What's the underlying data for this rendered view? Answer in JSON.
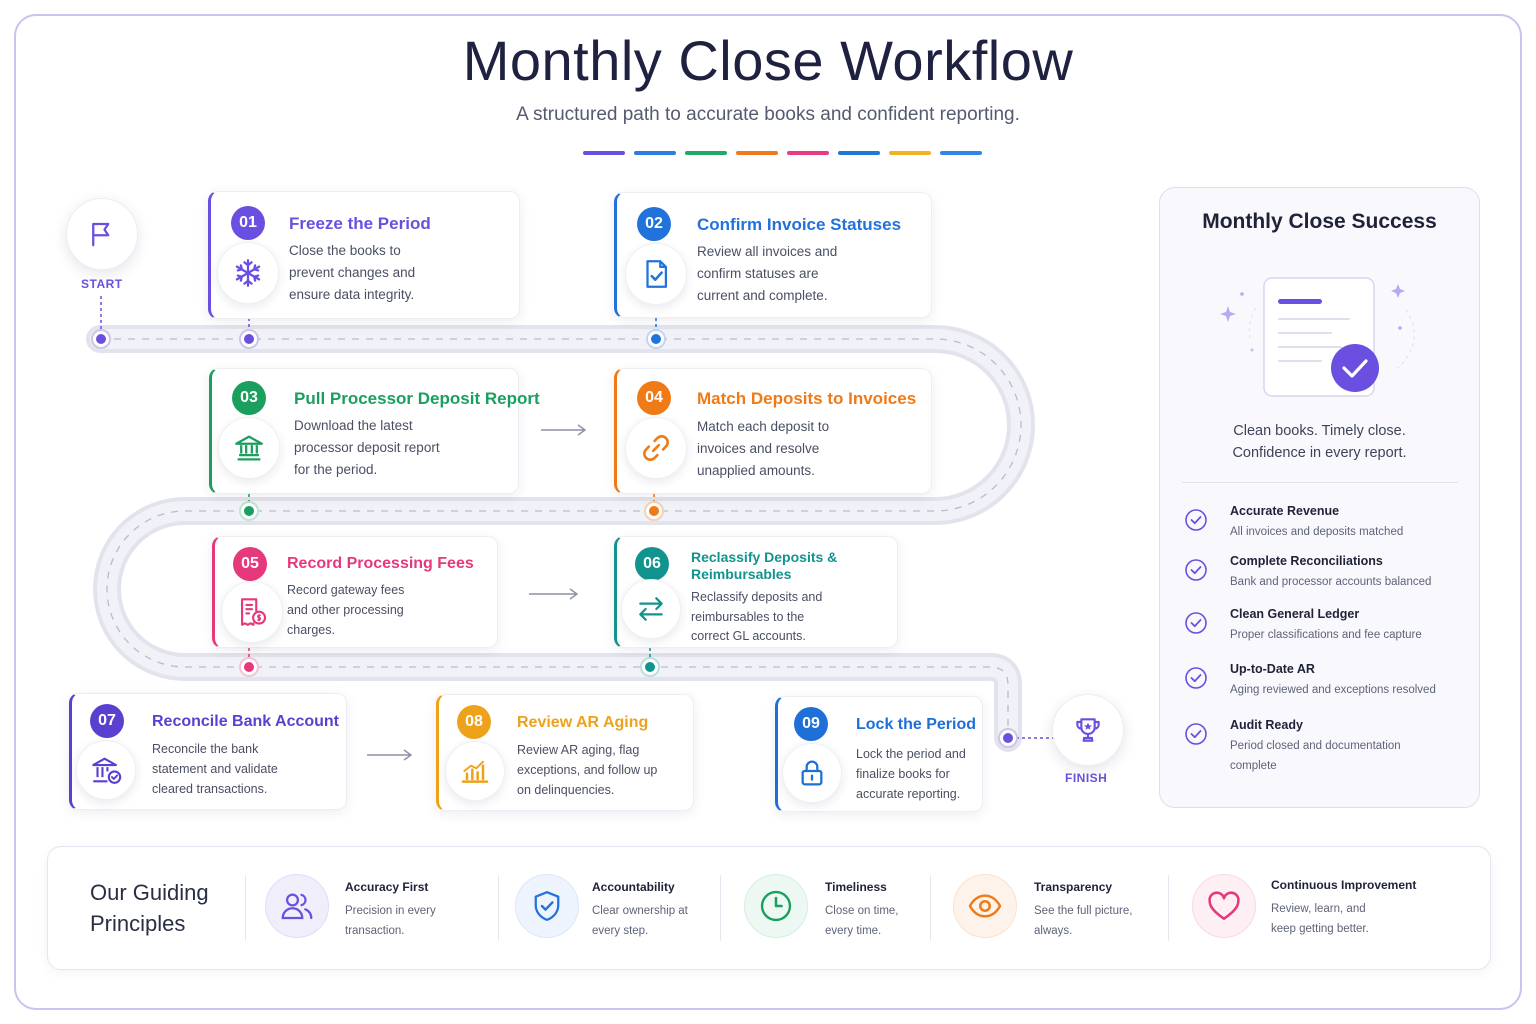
{
  "header": {
    "title": "Monthly Close Workflow",
    "subtitle": "A structured path to accurate books and confident reporting."
  },
  "colors": {
    "accent_bars": [
      "#6b4fe0",
      "#2b7de0",
      "#1faa6b",
      "#f07a1e",
      "#e83c84",
      "#1d78d6",
      "#f2b322",
      "#2f86e6"
    ],
    "purple": "#6b4fe0",
    "blue": "#2272dc",
    "green": "#1a9f5e",
    "orange": "#ef7a16",
    "pink": "#e6397b",
    "teal": "#12948e",
    "violet": "#5b3fd1",
    "amber": "#eea21c",
    "navy": "#1e6fd8"
  },
  "markers": {
    "start": "START",
    "finish": "FINISH"
  },
  "steps": [
    {
      "num": "01",
      "title": "Freeze the Period",
      "desc": "Close the books to prevent changes and ensure data integrity.",
      "icon": "snowflake-icon"
    },
    {
      "num": "02",
      "title": "Confirm Invoice Statuses",
      "desc": "Review all invoices and confirm statuses are current and complete.",
      "icon": "document-check-icon"
    },
    {
      "num": "03",
      "title": "Pull Processor Deposit Report",
      "desc": "Download the latest processor deposit report for the period.",
      "icon": "bank-icon"
    },
    {
      "num": "04",
      "title": "Match Deposits to Invoices",
      "desc": "Match each deposit to invoices and resolve unapplied amounts.",
      "icon": "link-icon"
    },
    {
      "num": "05",
      "title": "Record Processing Fees",
      "desc": "Record gateway fees and other processing charges.",
      "icon": "receipt-dollar-icon"
    },
    {
      "num": "06",
      "title": "Reclassify Deposits & Reimbursables",
      "desc": "Reclassify deposits and reimbursables to the correct GL accounts.",
      "icon": "swap-arrows-icon"
    },
    {
      "num": "07",
      "title": "Reconcile Bank Account",
      "desc": "Reconcile the bank statement and validate cleared transactions.",
      "icon": "bank-check-icon"
    },
    {
      "num": "08",
      "title": "Review AR Aging",
      "desc": "Review AR aging, flag exceptions, and follow up on delinquencies.",
      "icon": "bar-chart-icon"
    },
    {
      "num": "09",
      "title": "Lock the Period",
      "desc": "Lock the period and finalize books for accurate reporting.",
      "icon": "lock-icon"
    }
  ],
  "success": {
    "title": "Monthly Close Success",
    "tagline_1": "Clean books. Timely close.",
    "tagline_2": "Confidence in every report.",
    "items": [
      {
        "title": "Accurate Revenue",
        "desc": "All invoices and deposits matched"
      },
      {
        "title": "Complete Reconciliations",
        "desc": "Bank and processor accounts balanced"
      },
      {
        "title": "Clean General Ledger",
        "desc": "Proper classifications and fee capture"
      },
      {
        "title": "Up-to-Date AR",
        "desc": "Aging reviewed and exceptions resolved"
      },
      {
        "title": "Audit Ready",
        "desc": "Period closed and documentation complete"
      }
    ]
  },
  "principles": {
    "heading_1": "Our Guiding",
    "heading_2": "Principles",
    "items": [
      {
        "title": "Accuracy First",
        "desc": "Precision in every transaction.",
        "icon": "users-icon"
      },
      {
        "title": "Accountability",
        "desc": "Clear ownership at every step.",
        "icon": "shield-check-icon"
      },
      {
        "title": "Timeliness",
        "desc": "Close on time, every time.",
        "icon": "clock-icon"
      },
      {
        "title": "Transparency",
        "desc": "See the full picture, always.",
        "icon": "eye-icon"
      },
      {
        "title": "Continuous Improvement",
        "desc": "Review, learn, and keep getting better.",
        "icon": "heart-icon"
      }
    ]
  }
}
